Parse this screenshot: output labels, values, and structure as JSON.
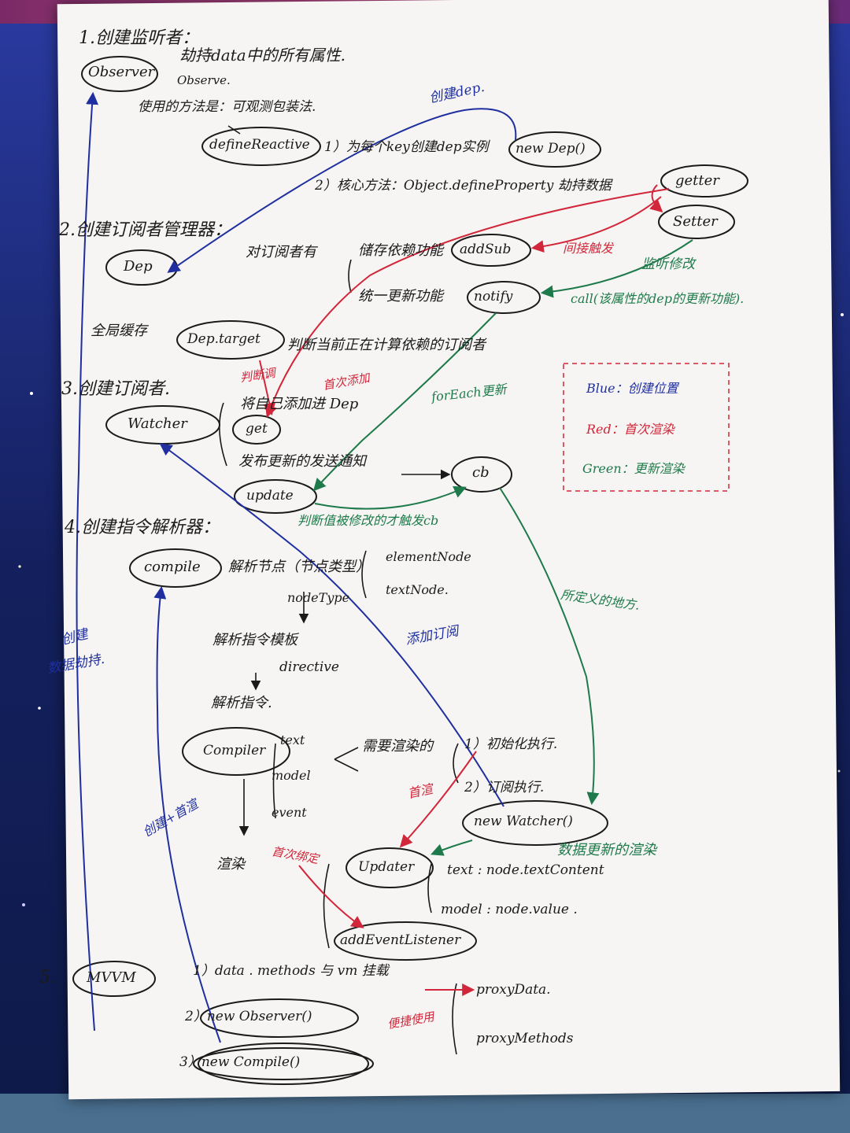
{
  "sections": {
    "s1": {
      "heading": "1.创建监听者：",
      "desc": "劫持data中的所有属性.",
      "sub": "Observe.",
      "node": "Observer",
      "method_intro": "使用的方法是：可观测包装法.",
      "define": "defineReactive",
      "step1": "1）为每个key创建dep实例",
      "newdep": "new Dep()",
      "step2": "2）核心方法：Object.defineProperty 劫持数据",
      "getter": "getter",
      "setter": "Setter"
    },
    "s2": {
      "heading": "2.创建订阅者管理器：",
      "node": "Dep",
      "subs": "对订阅者有",
      "store": "储存依赖功能",
      "addsub": "addSub",
      "notify_text": "统一更新功能",
      "notify": "notify"
    },
    "s3": {
      "heading": "3.创建订阅者.",
      "cache": "全局缓存",
      "target": "Dep.target",
      "judge": "判断当前正在计算依赖的订阅者",
      "node": "Watcher",
      "add_self": "将自己添加进 Dep",
      "get": "get",
      "publish": "发布更新的发送通知",
      "update": "update",
      "cb": "cb"
    },
    "s4": {
      "heading": "4.创建指令解析器：",
      "node": "compile",
      "parse_node": "解析节点（节点类型）",
      "element": "elementNode",
      "text": "textNode.",
      "nodetype": "nodeType",
      "parse_tpl": "解析指令模板",
      "directive": "directive",
      "parse_dir": "解析指令.",
      "compiler": "Compiler",
      "d_text": "text",
      "d_model": "model",
      "d_event": "event",
      "render_need": "需要渲染的",
      "init_exec": "1）初始化执行.",
      "sub_exec": "2）订阅执行.",
      "new_watcher": "new Watcher()",
      "render": "渲染",
      "updater": "Updater",
      "u_text": "text : node.textContent",
      "u_model": "model : node.value .",
      "add_listener": "addEventListener"
    },
    "s5": {
      "heading": "5.",
      "node": "MVVM",
      "step1": "1）data . methods 与 vm 挂载",
      "proxy_data": "proxyData.",
      "proxy_methods": "proxyMethods",
      "step2": "2）new Observer()",
      "step3": "3）new Compile()"
    }
  },
  "annotations": {
    "create_dep": "创建dep.",
    "indirect_trigger": "间接触发",
    "listen_modify": "监听修改",
    "call_update": "call(该属性的dep的更新功能).",
    "judge_call": "判断调",
    "first_add": "首次添加",
    "foreach_update": "forEach更新",
    "cb_judge": "判断值被修改的才触发cb",
    "def_place": "所定义的地方.",
    "add_sub": "添加订阅",
    "create_hijack_1": "创建",
    "create_hijack_2": "数据劫持.",
    "create_first": "创建+首渲",
    "first_render": "首渲",
    "first_bind": "首次绑定",
    "data_update_render": "数据更新的渲染",
    "convenient": "便捷使用"
  },
  "legend": {
    "blue": "Blue：创建位置",
    "red": "Red：首次渲染",
    "green": "Green：更新渲染",
    "colors": {
      "blue": "#1f2fa0",
      "red": "#d2263a",
      "green": "#1e7a4a",
      "ink": "#1a1a1a"
    }
  }
}
